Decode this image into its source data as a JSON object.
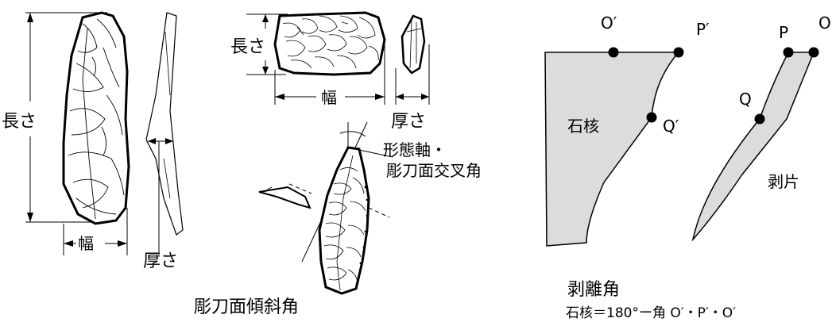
{
  "colors": {
    "ink": "#000000",
    "fill_gray": "#dcdcdc",
    "paper": "#ffffff"
  },
  "artifacts": {
    "left_blade": {
      "length_label": "長さ",
      "width_label": "幅",
      "thickness_label": "厚さ"
    },
    "top_flake": {
      "length_label": "長さ",
      "width_label": "幅",
      "thickness_label": "厚さ"
    },
    "burin": {
      "axis_label_line1": "形態軸・",
      "axis_label_line2": "彫刀面交叉角",
      "bottom_label": "彫刀面傾斜角"
    }
  },
  "flaking_angle": {
    "core_label": "石核",
    "flake_label": "剥片",
    "points": {
      "o_prime": "O′",
      "p_prime": "P′",
      "q_prime": "Q′",
      "p": "P",
      "o": "O",
      "q": "Q"
    },
    "title": "剥離角",
    "formula": "石核＝180°ー角 O′・P′・O′"
  }
}
